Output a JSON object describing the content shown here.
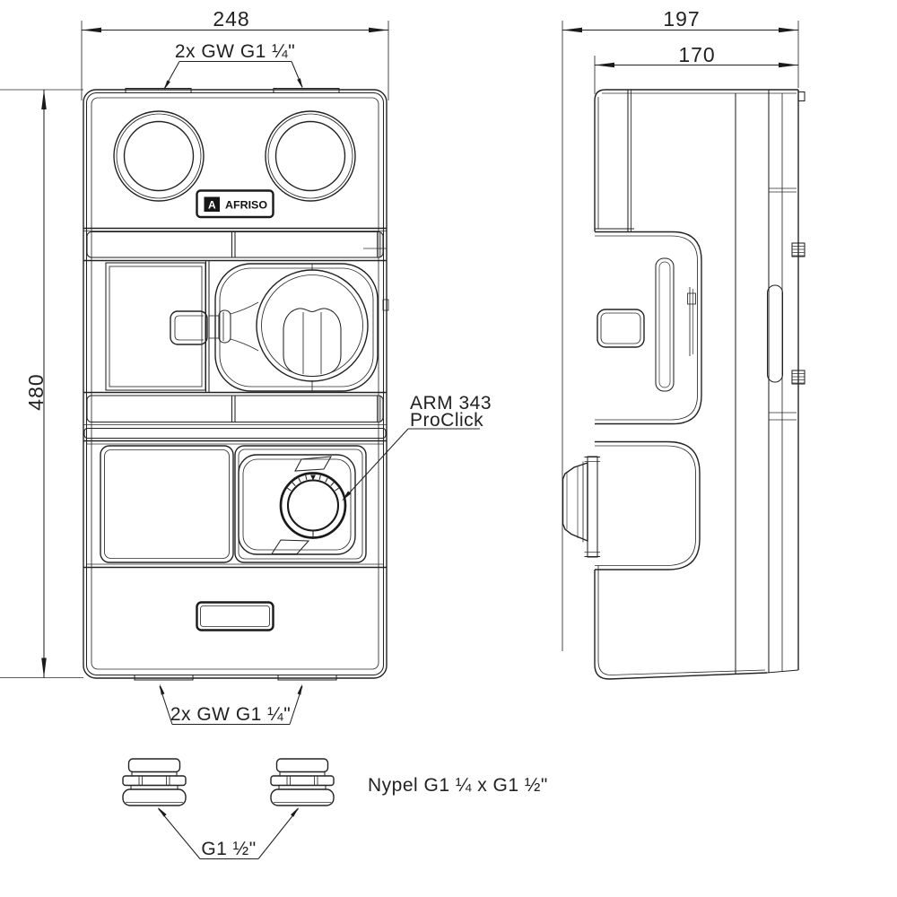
{
  "drawing": {
    "front": {
      "dim_width": "248",
      "dim_height": "480",
      "ports_top_label": "2x GW G1 ¼\"",
      "ports_bottom_label": "2x GW G1 ¼\"",
      "logo_text": "AFRISO",
      "logo_icon": "A",
      "annotation_line1": "ARM 343",
      "annotation_line2": "ProClick"
    },
    "side": {
      "dim_depth_total": "197",
      "dim_depth_body": "170"
    },
    "fittings": {
      "name_label": "Nypel G1 ¼ x G1 ½\"",
      "thread_label": "G1 ½\""
    },
    "colors": {
      "line": "#222222",
      "background": "#ffffff"
    }
  }
}
